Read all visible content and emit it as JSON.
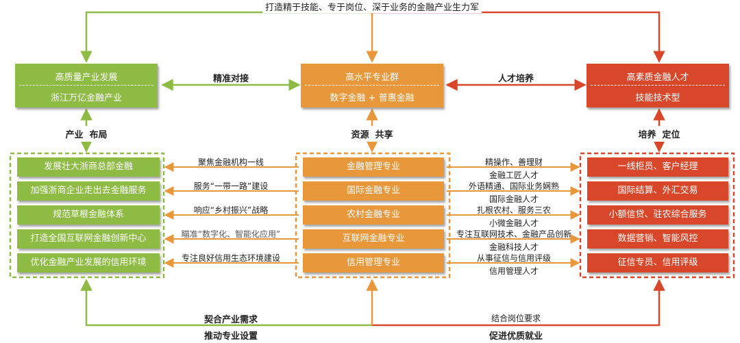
{
  "top_caption": "打造精于技能、专于岗位、深于业务的金融产业生力军",
  "top_boxes": {
    "left": {
      "line1": "高质量产业发展",
      "line2": "浙江万亿金融产业"
    },
    "center": {
      "line1": "高水平专业群",
      "line2": "数字金融 + 普惠金融"
    },
    "right": {
      "line1": "高素质金融人才",
      "line2": "技能技术型"
    }
  },
  "connectors": {
    "precise_docking": "精准对接",
    "talent_training": "人才培养",
    "industry_layout": "产业  布局",
    "resource_sharing": "资源  共享",
    "training_positioning": "培养  定位"
  },
  "left_column": [
    "发展壮大浙商总部金融",
    "加强浙商企业走出去金融服务",
    "规范草根金融体系",
    "打造全国互联网金融创新中心",
    "优化金融产业发展的信用环境"
  ],
  "center_column": [
    "金融管理专业",
    "国际金融专业",
    "农村金融专业",
    "互联网金融专业",
    "信用管理专业"
  ],
  "right_column": [
    "一线柜员、客户经理",
    "国际结算、外汇交易",
    "小额信贷、驻农综合服务",
    "数据营销、智能风控",
    "征信专员、信用评级"
  ],
  "left_arrow_labels": [
    "聚焦金融机构一线",
    "服务“一带一路”建设",
    "响应“乡村振兴”战略",
    "瞄准“数字化、智能化应用”",
    "专注良好信用生态环境建设"
  ],
  "right_arrow_labels": [
    {
      "top": "精操作、善理财",
      "bottom": "金融工匠人才"
    },
    {
      "top": "外语精通、国际业务娴熟",
      "bottom": "国际金融人才"
    },
    {
      "top": "扎根农村、服务三农",
      "bottom": "小微金融人才"
    },
    {
      "top": "专注互联网技术、金融产品创新",
      "bottom": "金融科技人才"
    },
    {
      "top": "从事征信与信用评级",
      "bottom": "信用管理人才"
    }
  ],
  "bottom_labels": {
    "left_line1": "契合产业需求",
    "left_line2": "推动专业设置",
    "right_line1": "结合岗位要求",
    "right_line2": "促进优质就业"
  },
  "colors": {
    "green": "#8dbb43",
    "orange": "#e8973a",
    "red": "#d9472a"
  }
}
